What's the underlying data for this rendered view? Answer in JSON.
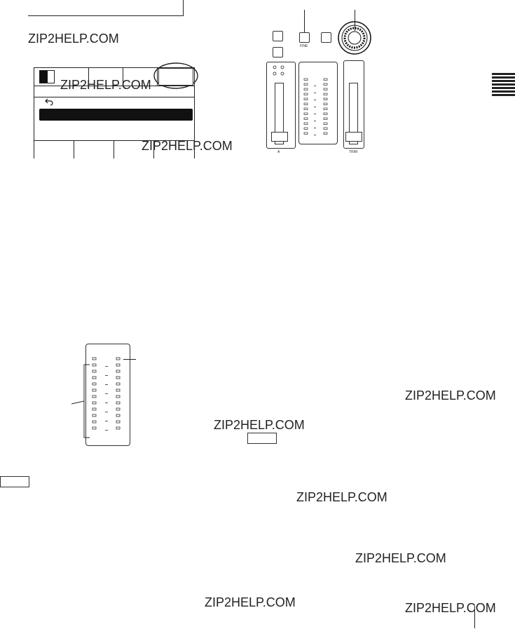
{
  "watermarks": [
    "ZIP2HELP.COM",
    "ZIP2HELP.COM",
    "ZIP2HELP.COM",
    "ZIP2HELP.COM",
    "ZIP2HELP.COM",
    "ZIP2HELP.COM",
    "ZIP2HELP.COM",
    "ZIP2HELP.COM",
    "ZIP2HELP.COM"
  ],
  "panel": {
    "fine_label": "FINE",
    "slider_left_label": "A",
    "slider_right_label": "TRIM"
  },
  "icons": {
    "back": "return-arrow-icon"
  }
}
